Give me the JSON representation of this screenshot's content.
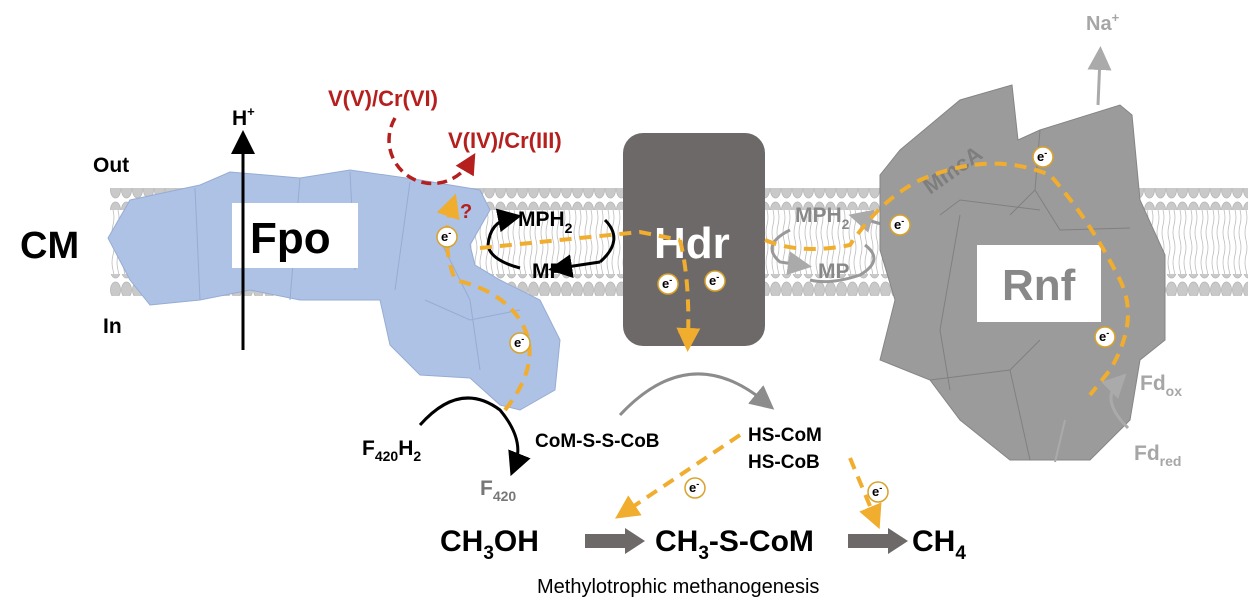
{
  "labels": {
    "cm": "CM",
    "out": "Out",
    "in": "In",
    "h_plus": {
      "base": "H",
      "sup": "+"
    },
    "na_plus": {
      "base": "Na",
      "sup": "+"
    },
    "fpo": "Fpo",
    "hdr": "Hdr",
    "rnf": "Rnf",
    "mmca": "MmcA",
    "metal_oxidized": "V(V)/Cr(VI)",
    "metal_reduced": "V(IV)/Cr(III)",
    "question": "?",
    "mph2_left": {
      "base": "MPH",
      "sub": "2"
    },
    "mp_left": "MP",
    "mph2_right": {
      "base": "MPH",
      "sub": "2"
    },
    "mp_right": "MP",
    "f420h2": {
      "a": "F",
      "b": "420",
      "c": "H",
      "d": "2"
    },
    "f420": {
      "a": "F",
      "b": "420"
    },
    "heterodisulfide": "CoM-S-S-CoB",
    "hs_com": "HS-CoM",
    "hs_cob": "HS-CoB",
    "fd_ox": {
      "base": "Fd",
      "sub": "ox"
    },
    "fd_red": {
      "base": "Fd",
      "sub": "red"
    },
    "electron": {
      "base": "e",
      "sup": "-"
    }
  },
  "pathway": {
    "methanol": {
      "a": "CH",
      "b": "3",
      "c": "OH"
    },
    "methyl_com": {
      "a": "CH",
      "b": "3",
      "c": "-S-CoM"
    },
    "methane": {
      "a": "CH",
      "b": "4"
    },
    "caption": "Methylotrophic methanogenesis"
  },
  "colors": {
    "fpo": "#adc2e5",
    "hdr": "#6d6968",
    "rnf": "#9b9b9b",
    "electron_path": "#f0ad2e",
    "metal": "#b5201e",
    "gray_text": "#a6a6a6"
  }
}
